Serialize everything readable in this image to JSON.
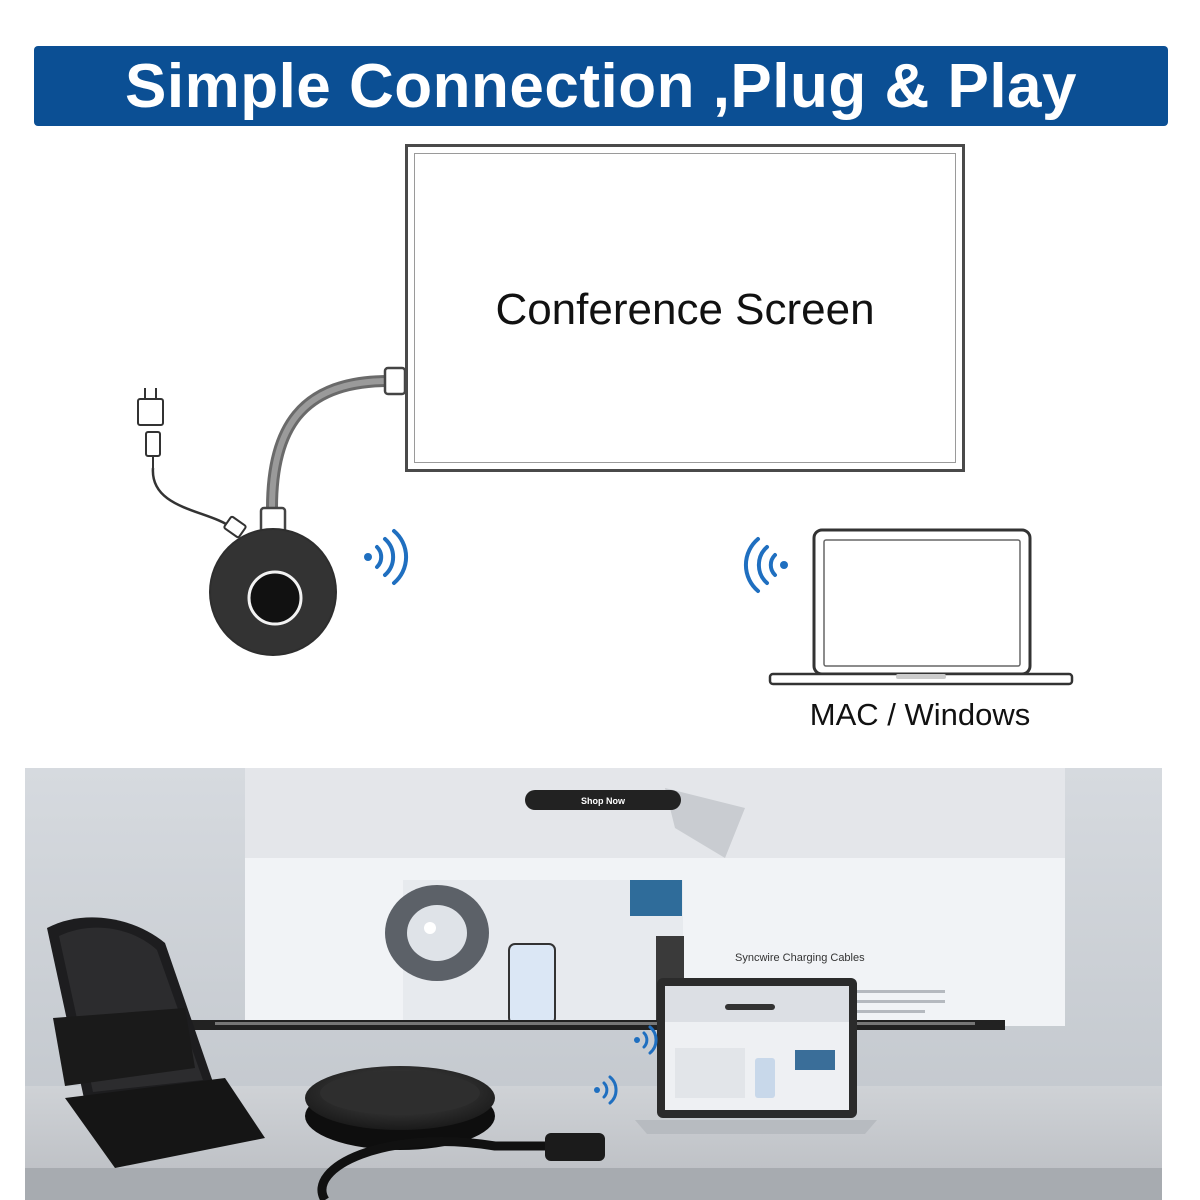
{
  "banner": {
    "title": "Simple Connection ,Plug & Play"
  },
  "diagram": {
    "screen_label": "Conference Screen",
    "laptop_label": "MAC / Windows"
  },
  "photo": {
    "shop_button": "Shop Now",
    "heading": "Syncwire Charging Cables"
  },
  "icons": {
    "wireless": "wifi-waves-icon",
    "plug": "power-plug-icon",
    "usb": "usb-connector-icon"
  },
  "colors": {
    "banner": "#0b4f94",
    "wireless_blue": "#1f6fc0",
    "device": "#2b2b2b"
  }
}
